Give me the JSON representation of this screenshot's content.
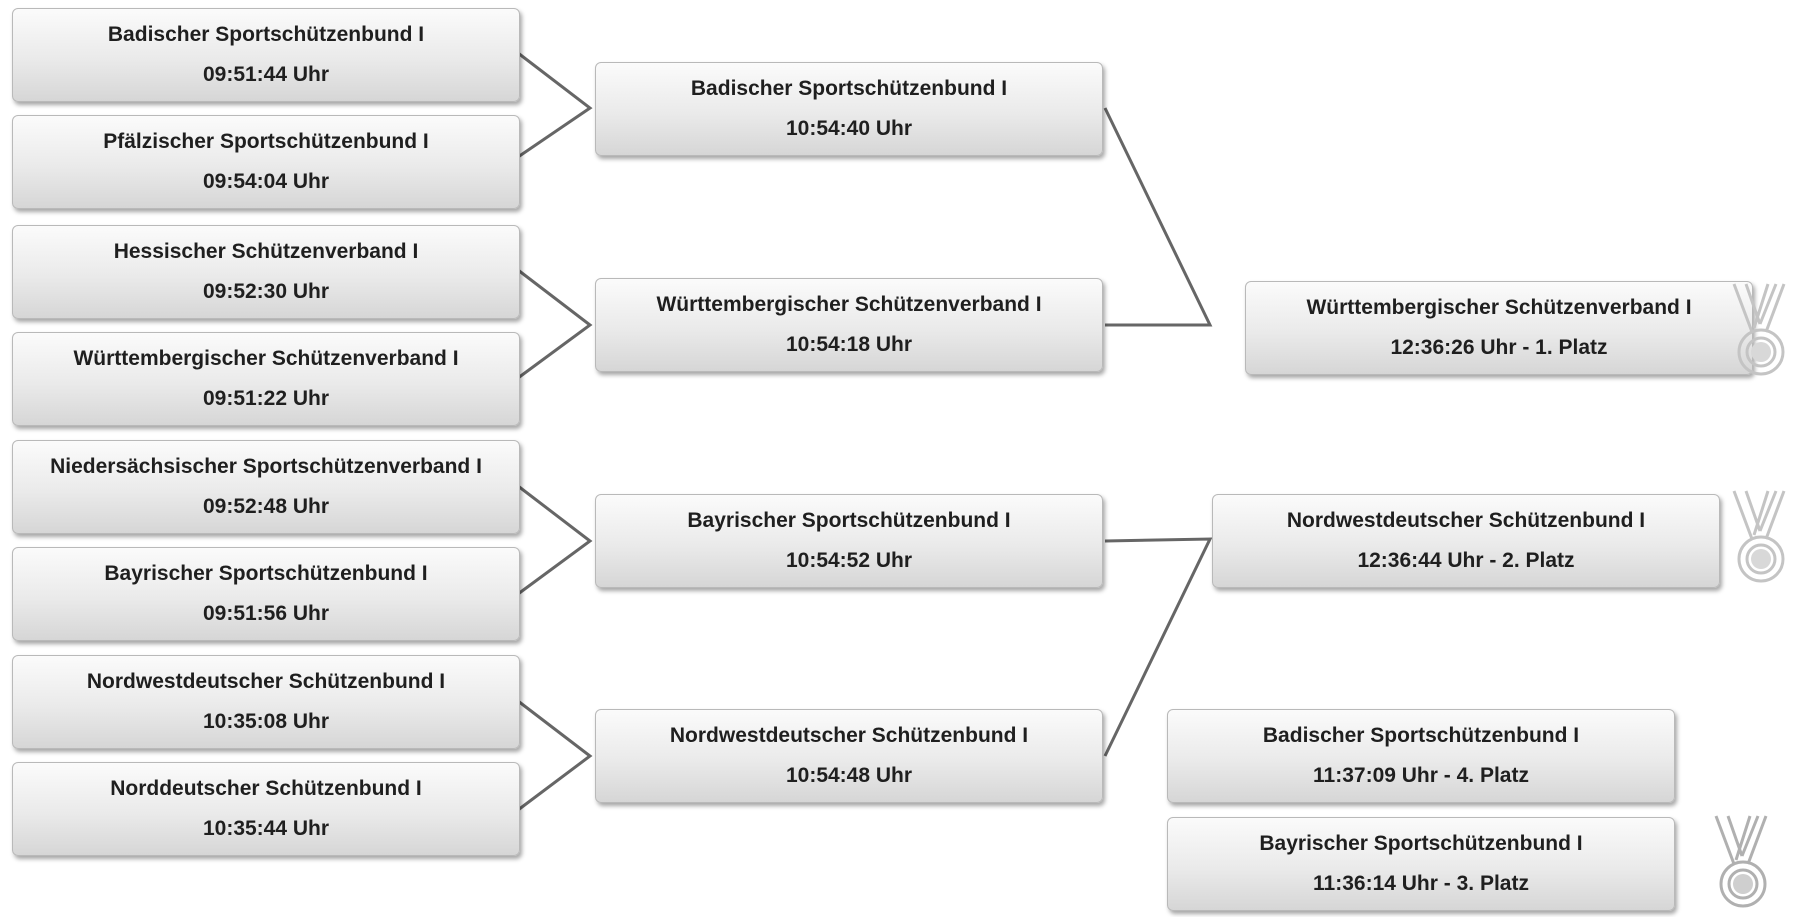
{
  "round1": [
    {
      "team": "Badischer Sportschützenbund I",
      "time": "09:51:44 Uhr"
    },
    {
      "team": "Pfälzischer Sportschützenbund I",
      "time": "09:54:04 Uhr"
    },
    {
      "team": "Hessischer Schützenverband I",
      "time": "09:52:30 Uhr"
    },
    {
      "team": "Württembergischer Schützenverband I",
      "time": "09:51:22 Uhr"
    },
    {
      "team": "Niedersächsischer Sportschützenverband I",
      "time": "09:52:48 Uhr"
    },
    {
      "team": "Bayrischer Sportschützenbund I",
      "time": "09:51:56 Uhr"
    },
    {
      "team": "Nordwestdeutscher Schützenbund I",
      "time": "10:35:08 Uhr"
    },
    {
      "team": "Norddeutscher Schützenbund I",
      "time": "10:35:44 Uhr"
    }
  ],
  "round2": [
    {
      "team": "Badischer Sportschützenbund I",
      "time": "10:54:40 Uhr"
    },
    {
      "team": "Württembergischer Schützenverband I",
      "time": "10:54:18 Uhr"
    },
    {
      "team": "Bayrischer Sportschützenbund I",
      "time": "10:54:52 Uhr"
    },
    {
      "team": "Nordwestdeutscher Schützenbund I",
      "time": "10:54:48 Uhr"
    }
  ],
  "final": [
    {
      "team": "Württembergischer Schützenverband I",
      "time": "12:36:26 Uhr - 1. Platz"
    },
    {
      "team": "Nordwestdeutscher Schützenbund I",
      "time": "12:36:44 Uhr - 2. Platz"
    }
  ],
  "placement": [
    {
      "team": "Badischer Sportschützenbund I",
      "time": "11:37:09 Uhr - 4. Platz"
    },
    {
      "team": "Bayrischer Sportschützenbund I",
      "time": "11:36:14 Uhr - 3. Platz"
    }
  ],
  "colors": {
    "connector": "#666666",
    "box_border": "#b9b9b9",
    "text": "#1f1f1f",
    "medal": "#c4c4c4"
  },
  "icons": {
    "medal_first": "medal-icon",
    "medal_second": "medal-icon",
    "medal_third": "medal-icon"
  }
}
